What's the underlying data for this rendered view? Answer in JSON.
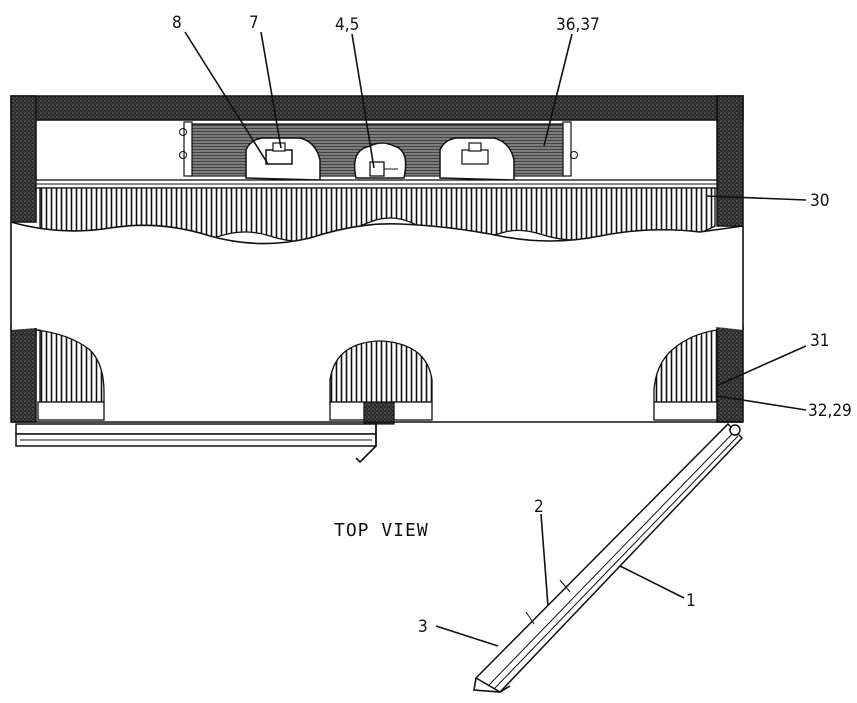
{
  "caption": "TOP VIEW",
  "callouts": {
    "c8": "8",
    "c7": "7",
    "c45": "4,5",
    "c3637": "36,37",
    "c30": "30",
    "c31": "31",
    "c3229": "32,29",
    "c1": "1",
    "c2": "2",
    "c3": "3"
  }
}
